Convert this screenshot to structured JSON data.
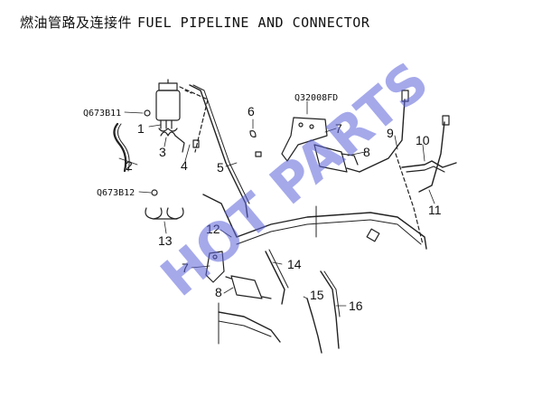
{
  "title": {
    "cn": "燃油管路及连接件",
    "en": "FUEL PIPELINE AND CONNECTOR"
  },
  "callouts": [
    "1",
    "2",
    "3",
    "4",
    "5",
    "6",
    "7",
    "8",
    "9",
    "10",
    "11",
    "12",
    "13",
    "14",
    "15",
    "16",
    "7",
    "8"
  ],
  "part_codes": {
    "code_a": "Q673B11",
    "code_b": "Q673B12",
    "code_c": "Q32008FD"
  },
  "watermark": "HOT PARTS",
  "colors": {
    "line": "#222222",
    "watermark": "#5b63d9"
  }
}
